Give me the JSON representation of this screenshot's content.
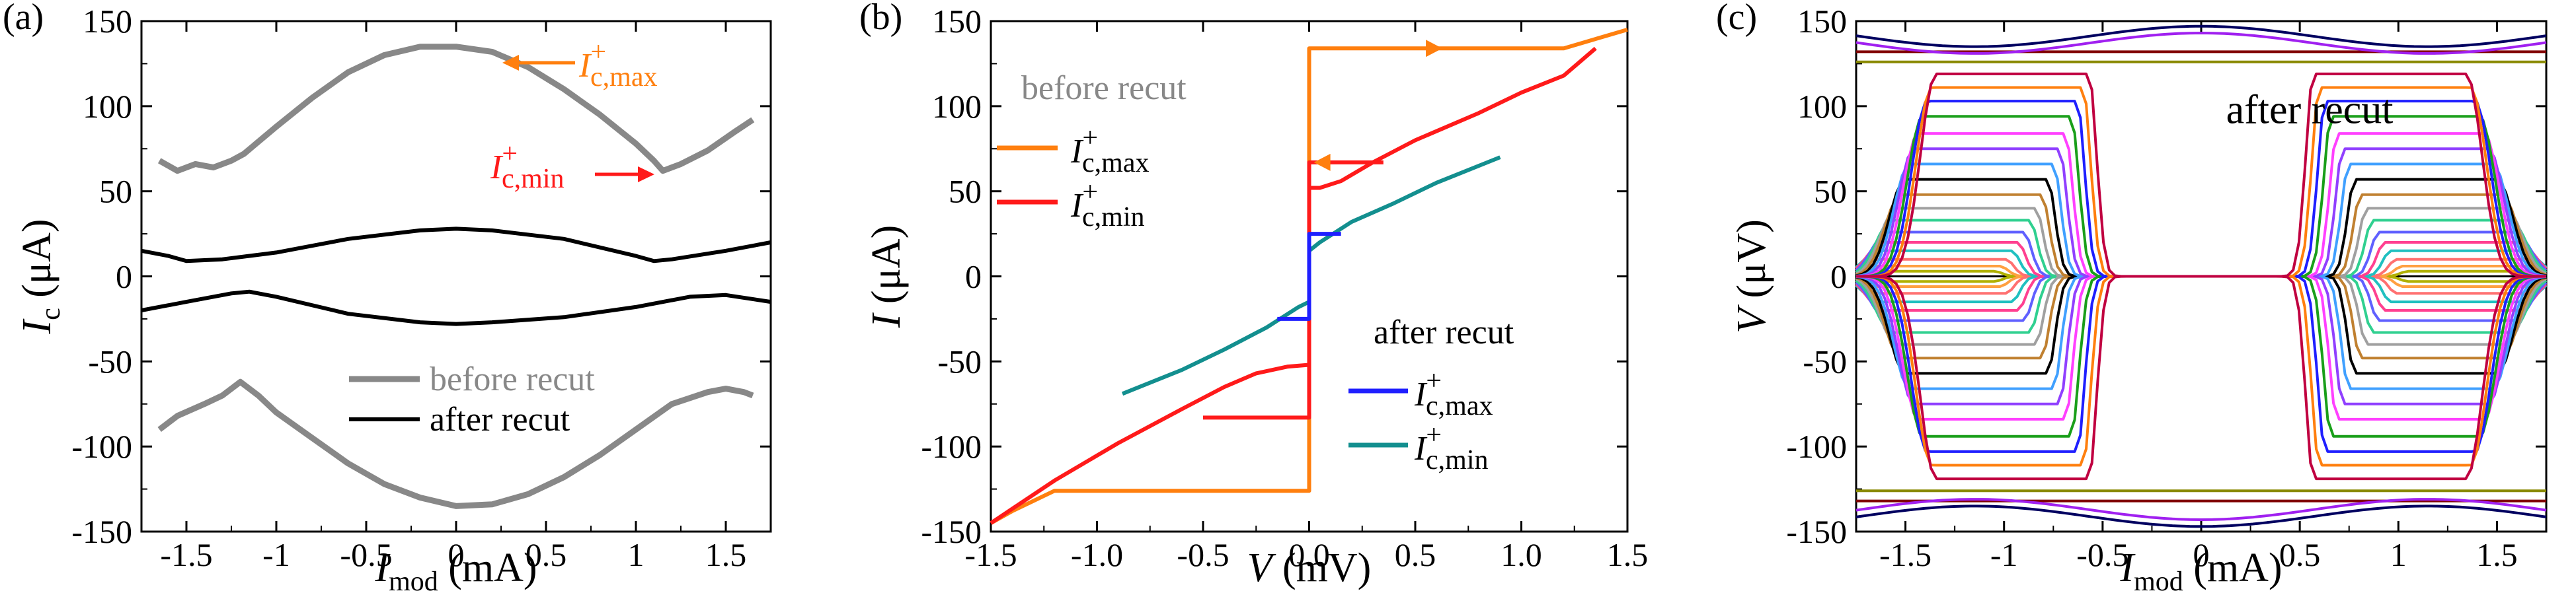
{
  "figure": {
    "panels": [
      {
        "id": "a",
        "panel_label": "(a)"
      },
      {
        "id": "b",
        "panel_label": "(b)"
      },
      {
        "id": "c",
        "panel_label": "(c)"
      }
    ]
  },
  "colors": {
    "gray": "#888888",
    "black": "#000000",
    "orange": "#ff7f0e",
    "red": "#ff1a1a",
    "blue": "#1f1fff",
    "teal": "#138f8f"
  },
  "chart_data": [
    {
      "panel": "a",
      "type": "line",
      "xlabel": {
        "main": "I",
        "sub": "mod",
        "unit": " (mA)"
      },
      "ylabel": {
        "main": "I",
        "sub": "c",
        "unit": " (μA)"
      },
      "xlim": [
        -1.75,
        1.75
      ],
      "ylim": [
        -150,
        150
      ],
      "xticks": [
        -1.5,
        -1,
        -0.5,
        0,
        0.5,
        1,
        1.5
      ],
      "xticklabels": [
        "-1.5",
        "-1",
        "-0.5",
        "0",
        "0.5",
        "1",
        "1.5"
      ],
      "yticks": [
        -150,
        -100,
        -50,
        0,
        50,
        100,
        150
      ],
      "yticklabels": [
        "-150",
        "-100",
        "-50",
        "0",
        "50",
        "100",
        "150"
      ],
      "legend": {
        "position": "lower-right",
        "entries": [
          {
            "label": "before recut",
            "color": "#888888"
          },
          {
            "label": "after recut",
            "color": "#000000"
          }
        ]
      },
      "annotations": [
        {
          "text_main": "I",
          "text_sup": "+",
          "text_sub": "c,max",
          "color": "#ff7f0e",
          "x": 0.07,
          "y": 135
        },
        {
          "text_main": "I",
          "text_sup": "+",
          "text_sub": "c,min",
          "color": "#ff1a1a",
          "x": 1.1,
          "y": 62
        }
      ],
      "series": [
        {
          "name": "before recut",
          "color": "#888888",
          "x": [
            -1.65,
            -1.55,
            -1.45,
            -1.35,
            -1.25,
            -1.18,
            -1.0,
            -0.8,
            -0.6,
            -0.4,
            -0.2,
            0.0,
            0.2,
            0.4,
            0.6,
            0.8,
            1.0,
            1.1,
            1.15,
            1.25,
            1.4,
            1.55,
            1.65
          ],
          "y": [
            68,
            62,
            66,
            64,
            68,
            72,
            88,
            105,
            120,
            130,
            135,
            135,
            132,
            123,
            110,
            95,
            78,
            68,
            62,
            66,
            74,
            85,
            92
          ]
        },
        {
          "series_group": "before recut",
          "color": "#888888",
          "x": [
            -1.65,
            -1.55,
            -1.4,
            -1.3,
            -1.2,
            -1.1,
            -1.0,
            -0.8,
            -0.6,
            -0.4,
            -0.2,
            0.0,
            0.2,
            0.4,
            0.6,
            0.8,
            1.0,
            1.2,
            1.4,
            1.5,
            1.6,
            1.65
          ],
          "y": [
            -90,
            -82,
            -75,
            -70,
            -62,
            -70,
            -80,
            -95,
            -110,
            -122,
            -130,
            -135,
            -134,
            -128,
            -118,
            -105,
            -90,
            -75,
            -68,
            -66,
            -68,
            -70
          ]
        },
        {
          "name": "after recut",
          "color": "#000000",
          "x": [
            -1.75,
            -1.6,
            -1.5,
            -1.3,
            -1.0,
            -0.6,
            -0.2,
            0.0,
            0.2,
            0.6,
            1.0,
            1.1,
            1.2,
            1.5,
            1.75
          ],
          "y": [
            15,
            12,
            9,
            10,
            14,
            22,
            27,
            28,
            27,
            22,
            12,
            9,
            10,
            15,
            20
          ]
        },
        {
          "series_group": "after recut",
          "color": "#000000",
          "x": [
            -1.75,
            -1.5,
            -1.25,
            -1.15,
            -1.0,
            -0.6,
            -0.2,
            0.0,
            0.2,
            0.6,
            1.0,
            1.3,
            1.5,
            1.75
          ],
          "y": [
            -20,
            -15,
            -10,
            -9,
            -12,
            -22,
            -27,
            -28,
            -27,
            -24,
            -18,
            -12,
            -11,
            -15
          ]
        }
      ]
    },
    {
      "panel": "b",
      "type": "line",
      "xlabel": {
        "main": "V",
        "sub": "",
        "unit": " (mV)"
      },
      "ylabel": {
        "main": "I",
        "sub": "",
        "unit": " (μA)"
      },
      "xlim": [
        -1.5,
        1.5
      ],
      "ylim": [
        -150,
        150
      ],
      "xticks": [
        -1.5,
        -1,
        -0.5,
        0,
        0.5,
        1,
        1.5
      ],
      "xticklabels": [
        "-1.5",
        "-1.0",
        "-0.5",
        "0.0",
        "0.5",
        "1.0",
        "1.5"
      ],
      "yticks": [
        -150,
        -100,
        -50,
        0,
        50,
        100,
        150
      ],
      "yticklabels": [
        "-150",
        "-100",
        "-50",
        "0",
        "50",
        "100",
        "150"
      ],
      "legend_groups": [
        {
          "title": "before recut",
          "title_color": "#888888",
          "position": "upper-left",
          "entries": [
            {
              "main": "I",
              "sup": "+",
              "sub": "c,max",
              "color": "#ff7f0e"
            },
            {
              "main": "I",
              "sup": "+",
              "sub": "c,min",
              "color": "#ff1a1a"
            }
          ]
        },
        {
          "title": "after recut",
          "title_color": "#000000",
          "position": "lower-right",
          "entries": [
            {
              "main": "I",
              "sup": "+",
              "sub": "c,max",
              "color": "#1f1fff"
            },
            {
              "main": "I",
              "sup": "+",
              "sub": "c,min",
              "color": "#138f8f"
            }
          ]
        }
      ],
      "series": [
        {
          "color": "#ff7f0e",
          "x": [
            -1.5,
            -1.4,
            -1.2,
            -1.2,
            0.0,
            0.0,
            0.0,
            1.2,
            1.5
          ],
          "y": [
            -145,
            -138,
            -126,
            -126,
            -126,
            -126,
            134,
            134,
            145
          ]
        },
        {
          "color": "#ff1a1a",
          "x": [
            -1.5,
            -1.2,
            -0.9,
            -0.6,
            -0.4,
            -0.25,
            -0.1,
            0.0,
            0.0,
            0.05,
            0.15,
            0.3,
            0.5,
            0.8,
            1.0,
            1.2,
            1.35
          ],
          "y": [
            -145,
            -120,
            -98,
            -78,
            -65,
            -57,
            -53,
            -52,
            52,
            52,
            56,
            67,
            80,
            96,
            108,
            118,
            134
          ]
        },
        {
          "color": "#ff1a1a",
          "x": [
            -0.5,
            0.0,
            0.0,
            0.35
          ],
          "y": [
            -83,
            -83,
            67,
            67
          ]
        },
        {
          "color": "#138f8f",
          "x": [
            -0.88,
            -0.6,
            -0.4,
            -0.2,
            -0.05,
            0.0,
            0.0,
            0.05,
            0.2,
            0.4,
            0.6,
            0.9
          ],
          "y": [
            -69,
            -55,
            -43,
            -30,
            -18,
            -15,
            15,
            20,
            32,
            43,
            55,
            70
          ]
        },
        {
          "color": "#1f1fff",
          "x": [
            -0.15,
            0.0,
            0.0,
            0.15
          ],
          "y": [
            -25,
            -25,
            25,
            25
          ]
        }
      ]
    },
    {
      "panel": "c",
      "type": "line",
      "xlabel": {
        "main": "I",
        "sub": "mod",
        "unit": " (mA)"
      },
      "ylabel": {
        "main": "V",
        "sub": "",
        "unit": " (μV)"
      },
      "xlim": [
        -1.75,
        1.75
      ],
      "ylim": [
        -150,
        150
      ],
      "xticks": [
        -1.5,
        -1,
        -0.5,
        0,
        0.5,
        1,
        1.5
      ],
      "xticklabels": [
        "-1.5",
        "-1",
        "-0.5",
        "0",
        "0.5",
        "1",
        "1.5"
      ],
      "yticks": [
        -150,
        -100,
        -50,
        0,
        50,
        100,
        150
      ],
      "yticklabels": [
        "-150",
        "-100",
        "-50",
        "0",
        "50",
        "100",
        "150"
      ],
      "annotation": {
        "text": "after recut",
        "x": 0.55,
        "y": 90
      },
      "family": {
        "description_values_only": true,
        "colors": [
          "#b0b000",
          "#ffa040",
          "#ff7070",
          "#20c0c0",
          "#ff4090",
          "#6060ff",
          "#30d090",
          "#a0a0a0",
          "#c08030",
          "#000000",
          "#40a0ff",
          "#9040ff",
          "#ff40ff",
          "#1a9f1a",
          "#1f1fff",
          "#ff7f0e",
          "#c00040",
          "#8a8a00",
          "#800000",
          "#a020f0",
          "#000060"
        ],
        "levels": [
          3,
          6,
          10,
          15,
          20,
          26,
          33,
          40,
          48,
          57,
          66,
          75,
          84,
          94,
          103,
          111,
          119,
          126,
          132,
          137,
          141
        ]
      }
    }
  ]
}
